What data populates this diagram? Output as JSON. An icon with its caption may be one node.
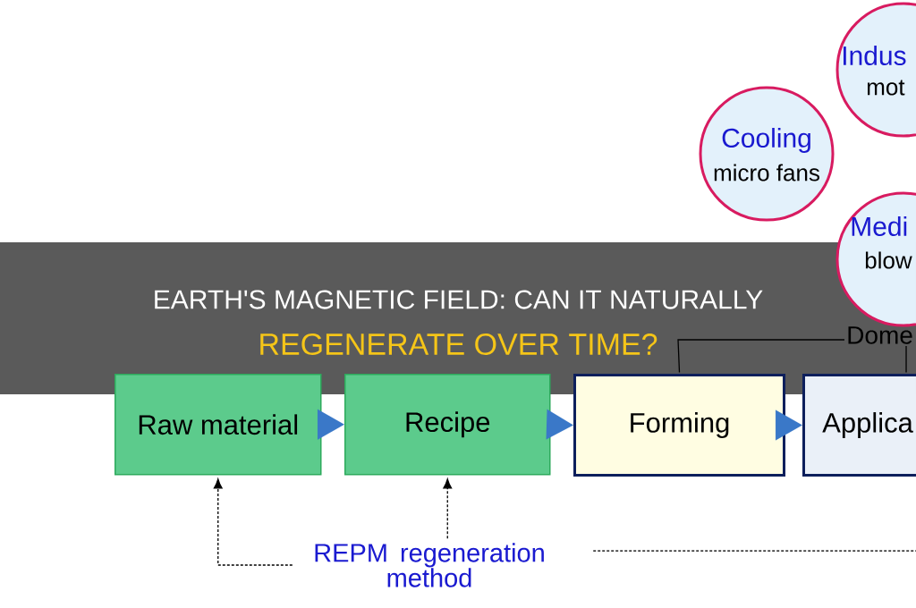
{
  "diagram": {
    "title": "EARTH'S MAGNETIC FIELD: CAN IT NATURALLY",
    "nodes": [
      {
        "text": [
          "Indus",
          "mot"
        ]
      },
      {
        "text": [
          "Cooling",
          "micro fans"
        ]
      },
      {
        "text": [
          "Medi",
          "blow"
        ]
      },
      {
        "text": [
          "Dome"
        ]
      },
      {
        "text": [
          "Raw material"
        ]
      },
      {
        "text": [
          "Recipe"
        ]
      },
      {
        "text": [
          "Forming"
        ]
      },
      {
        "text": [
          "Applica"
        ]
      },
      {
        "text": [
          "REPM regeneration method"
        ]
      }
    ],
    "edges": [
      {
        "from": 4,
        "to": 5,
        "arrow": "to"
      },
      {
        "from": 5,
        "to": 6,
        "arrow": "to"
      },
      {
        "from": 6,
        "to": 7,
        "arrow": "to"
      },
      {
        "from": 8,
        "to": 4,
        "arrow": "to",
        "style": "dashed"
      },
      {
        "from": 8,
        "to": 5,
        "arrow": "to",
        "style": "dashed"
      },
      {
        "from": 8,
        "to": null,
        "arrow": "none",
        "style": "dashed"
      },
      {
        "from": 6,
        "to": 3,
        "arrow": "none"
      },
      {
        "from": 3,
        "to": 7,
        "arrow": "none"
      }
    ],
    "labels": [
      "REGENERATE OVER TIME?"
    ]
  }
}
